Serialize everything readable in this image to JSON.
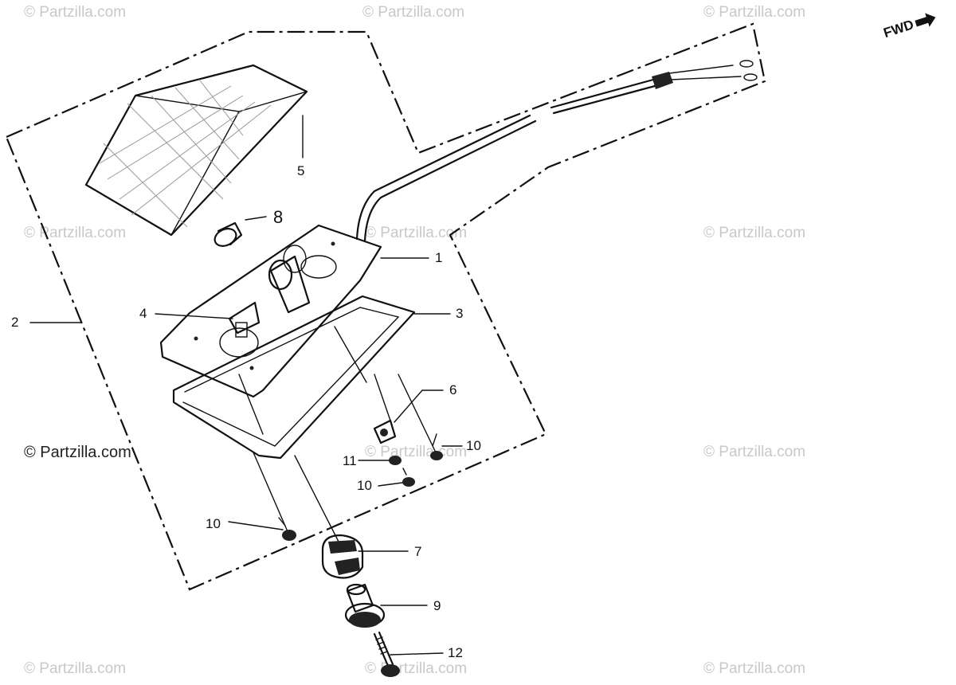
{
  "watermarks": [
    "© Partzilla.com",
    "© Partzilla.com",
    "© Partzilla.com",
    "© Partzilla.com",
    "© Partzilla.com",
    "© Partzilla.com",
    "© Partzilla.com",
    "© Partzilla.com",
    "© Partzilla.com",
    "© Partzilla.com",
    "© Partzilla.com",
    "© Partzilla.com"
  ],
  "fwd_label": "FWD",
  "callouts": {
    "c1": "1",
    "c2": "2",
    "c3": "3",
    "c4": "4",
    "c5": "5",
    "c6": "6",
    "c7": "7",
    "c8": "8",
    "c9": "9",
    "c10a": "10",
    "c10b": "10",
    "c10c": "10",
    "c11": "11",
    "c12": "12"
  }
}
